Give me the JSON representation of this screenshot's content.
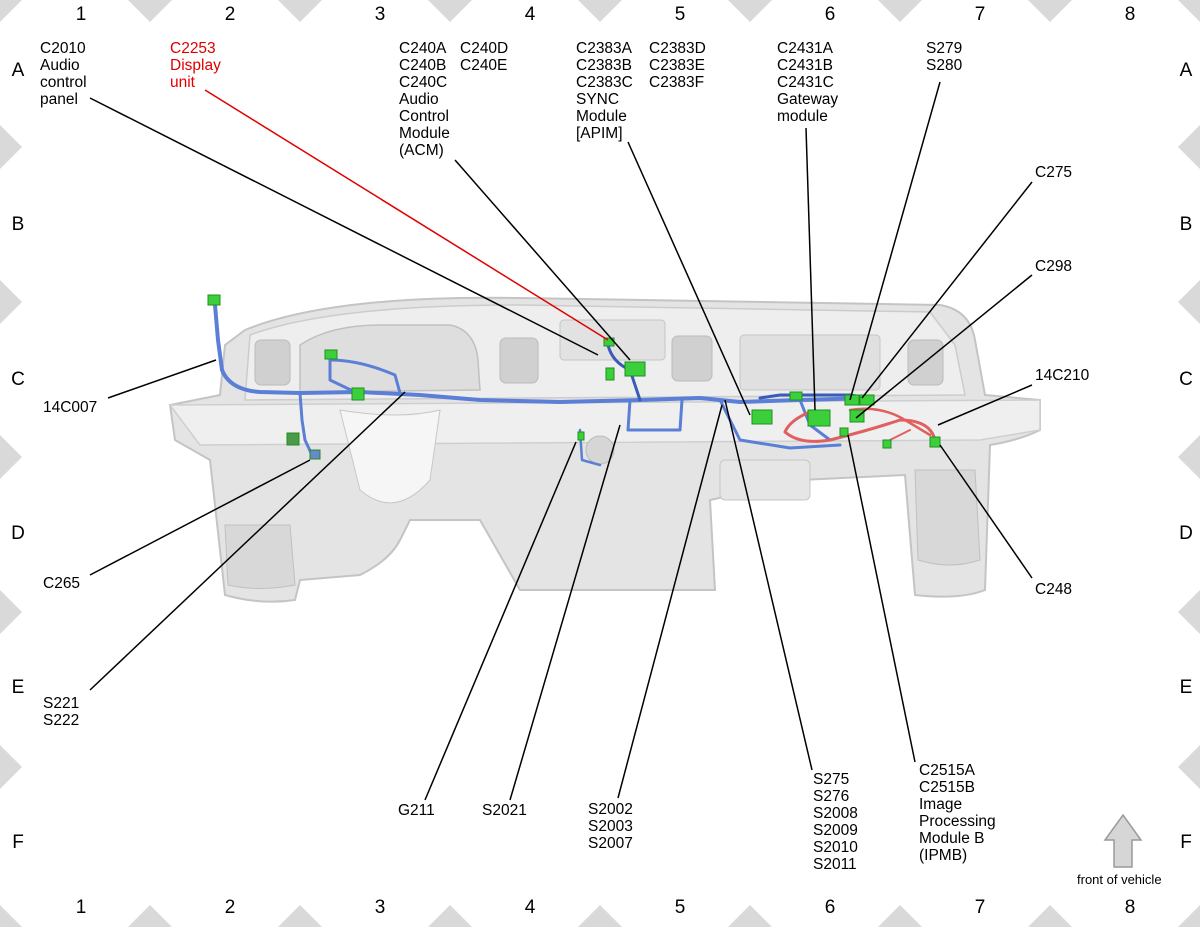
{
  "grid": {
    "columns": [
      "1",
      "2",
      "3",
      "4",
      "5",
      "6",
      "7",
      "8"
    ],
    "rows": [
      "A",
      "B",
      "C",
      "D",
      "E",
      "F"
    ]
  },
  "labels": {
    "c2010": [
      "C2010",
      "Audio",
      "control",
      "panel"
    ],
    "c2253": [
      "C2253",
      "Display",
      "unit"
    ],
    "acm_left": [
      "C240A",
      "C240B",
      "C240C",
      "Audio",
      "Control",
      "Module",
      "(ACM)"
    ],
    "acm_right": [
      "C240D",
      "C240E"
    ],
    "apim_left": [
      "C2383A",
      "C2383B",
      "C2383C",
      "SYNC",
      "Module",
      "[APIM]"
    ],
    "apim_right": [
      "C2383D",
      "C2383E",
      "C2383F"
    ],
    "gateway": [
      "C2431A",
      "C2431B",
      "C2431C",
      "Gateway",
      "module"
    ],
    "s279": [
      "S279",
      "S280"
    ],
    "c275": [
      "C275"
    ],
    "c298": [
      "C298"
    ],
    "c14c210": [
      "14C210"
    ],
    "c14c007": [
      "14C007"
    ],
    "c265": [
      "C265"
    ],
    "c248": [
      "C248"
    ],
    "s221": [
      "S221",
      "S222"
    ],
    "g211": [
      "G211"
    ],
    "s2021": [
      "S2021"
    ],
    "s2002": [
      "S2002",
      "S2003",
      "S2007"
    ],
    "s275": [
      "S275",
      "S276",
      "S2008",
      "S2009",
      "S2010",
      "S2011"
    ],
    "ipmb": [
      "C2515A",
      "C2515B",
      "Image",
      "Processing",
      "Module B",
      "(IPMB)"
    ]
  },
  "front_of_vehicle": "front of vehicle",
  "colors": {
    "harness_blue": "#5b7fd6",
    "harness_red": "#e06060",
    "connector_green": "#3ccf3c",
    "highlight_red": "#e00000",
    "panel_gray": "#dcdcdc"
  }
}
